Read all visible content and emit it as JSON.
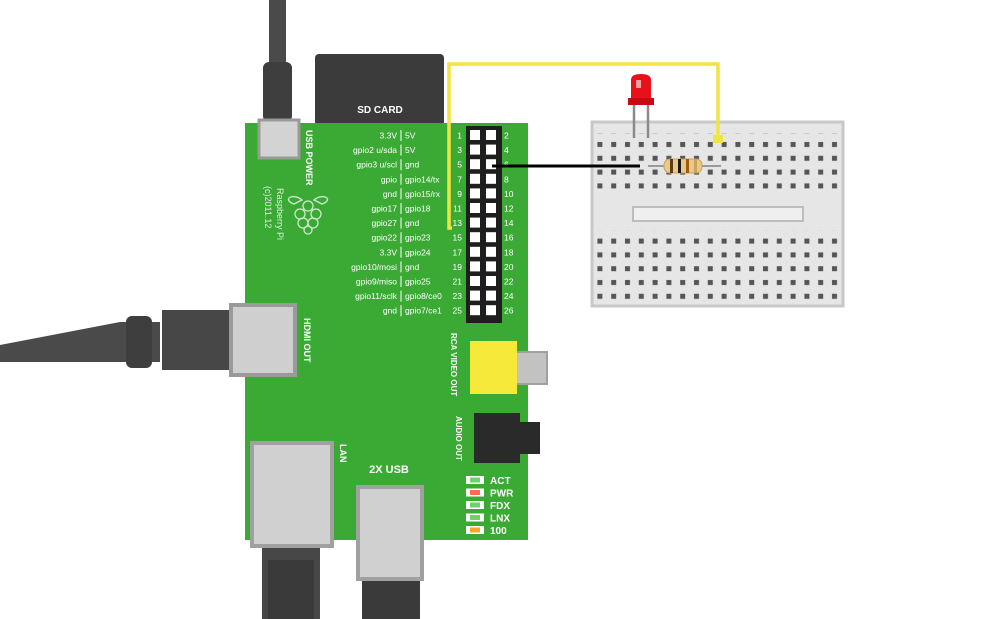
{
  "board": {
    "sd_card": "SD CARD",
    "usb_power": "USB POWER",
    "hdmi_out": "HDMI OUT",
    "lan": "LAN",
    "dual_usb": "2X USB",
    "rca_video": "RCA VIDEO OUT",
    "audio_out": "AUDIO OUT",
    "model": "Raspberry Pi",
    "copyright": "(c)2011.12"
  },
  "gpio": {
    "left_labels": [
      "3.3V",
      "gpio2 u/sda",
      "gpio3 u/scl",
      "gpio",
      "gnd",
      "gpio17",
      "gpio27",
      "gpio22",
      "3.3V",
      "gpio10/mosi",
      "gpio9/miso",
      "gpio11/sclk",
      "gnd"
    ],
    "right_labels": [
      "5V",
      "5V",
      "gnd",
      "gpio14/tx",
      "gpio15/rx",
      "gpio18",
      "gnd",
      "gpio23",
      "gpio24",
      "gnd",
      "gpio25",
      "gpio8/ce0",
      "gpio7/ce1"
    ],
    "odd_pins": [
      "1",
      "3",
      "5",
      "7",
      "9",
      "11",
      "13",
      "15",
      "17",
      "19",
      "21",
      "23",
      "25"
    ],
    "even_pins": [
      "2",
      "4",
      "6",
      "8",
      "10",
      "12",
      "14",
      "16",
      "18",
      "20",
      "22",
      "24",
      "26"
    ]
  },
  "leds": [
    {
      "label": "ACT",
      "color": "#6ad36a"
    },
    {
      "label": "PWR",
      "color": "#ff6b5b"
    },
    {
      "label": "FDX",
      "color": "#6ad36a"
    },
    {
      "label": "LNX",
      "color": "#6ad36a"
    },
    {
      "label": "100",
      "color": "#f5a623"
    }
  ],
  "colors": {
    "pcb": "#3aaa35",
    "header": "#222222",
    "breadboard": "#e6e6e6",
    "wire_yellow": "#f0e442",
    "wire_black": "#000000",
    "led_red": "#e8101a",
    "cable": "#4a4a4a",
    "connector": "#c9c9c9",
    "rca": "#f7e93a"
  }
}
